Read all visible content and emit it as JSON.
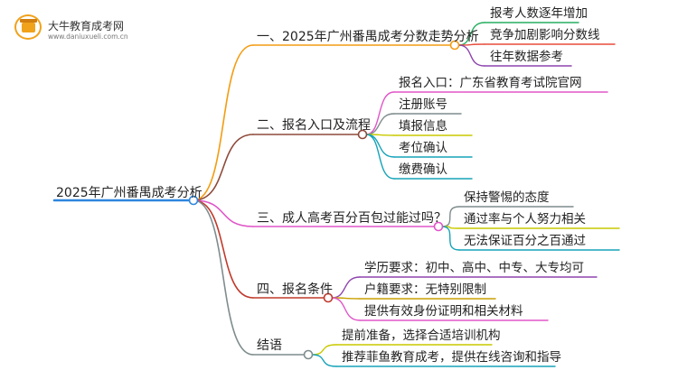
{
  "logo": {
    "name": "大牛教育成考网",
    "url": "www.daniuxueli.com.cn"
  },
  "root": "2025年广州番禺成考分析",
  "branches": [
    {
      "label": "一、2025年广州番禺成考分数走势分析",
      "children": [
        "报考人数逐年增加",
        "竞争加剧影响分数线",
        "往年数据参考"
      ]
    },
    {
      "label": "二、报名入口及流程",
      "children": [
        "报名入口：广东省教育考试院官网",
        "注册账号",
        "填报信息",
        "考位确认",
        "缴费确认"
      ]
    },
    {
      "label": "三、成人高考百分百包过能过吗？",
      "children": [
        "保持警惕的态度",
        "通过率与个人努力相关",
        "无法保证百分之百通过"
      ]
    },
    {
      "label": "四、报名条件",
      "children": [
        "学历要求：初中、高中、中专、大专均可",
        "户籍要求：无特别限制",
        "提供有效身份证明和相关材料"
      ]
    },
    {
      "label": "结语",
      "children": [
        "提前准备，选择合适培训机构",
        "推荐菲鱼教育成考，提供在线咨询和指导"
      ]
    }
  ],
  "colors": {
    "root": "#2e86de",
    "branches": [
      "#f39c12",
      "#8e4a3a",
      "#e056c8",
      "#c0392b",
      "#7f8c8d"
    ],
    "leaves": [
      [
        "#27ae60",
        "#e74c3c",
        "#8e44ad"
      ],
      [
        "#e056c8",
        "#7f8c8d",
        "#c9c900",
        "#16a3b8",
        "#16a3b8"
      ],
      [
        "#7f8c8d",
        "#c9c900",
        "#16a3b8"
      ],
      [
        "#8e44ad",
        "#c9a100",
        "#e056c8"
      ],
      [
        "#c9c900",
        "#16a3b8"
      ]
    ]
  }
}
